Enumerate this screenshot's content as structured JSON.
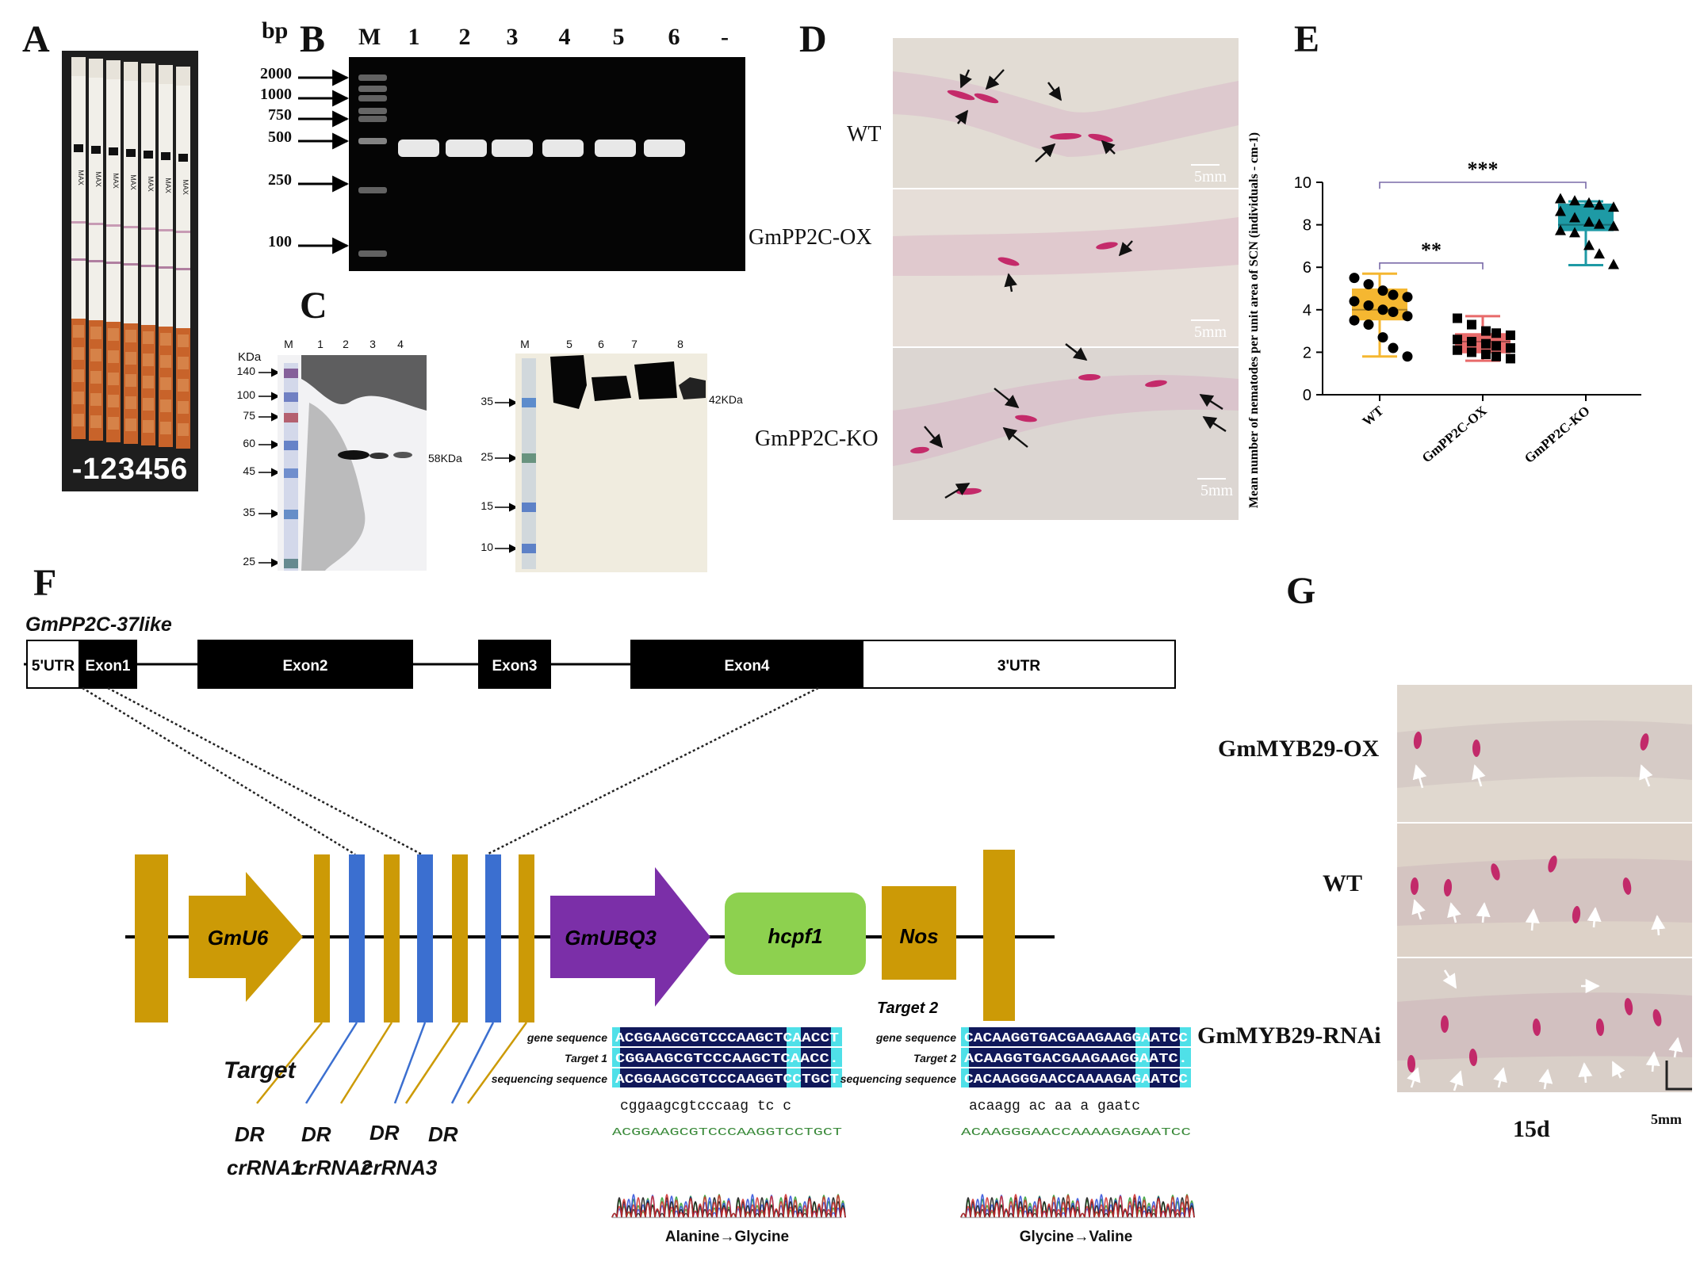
{
  "panels": {
    "a": "A",
    "b": "B",
    "c": "C",
    "d": "D",
    "e": "E",
    "f": "F",
    "g": "G"
  },
  "panel_a": {
    "strip_label": "MAX",
    "lane_label": "-123456"
  },
  "panel_b": {
    "bp_label": "bp",
    "lanes": [
      "M",
      "1",
      "2",
      "3",
      "4",
      "5",
      "6",
      "-"
    ],
    "markers": [
      "2000",
      "1000",
      "750",
      "500",
      "250",
      "100"
    ]
  },
  "panel_c": {
    "kda_label": "KDa",
    "left_lanes": [
      "M",
      "1",
      "2",
      "3",
      "4"
    ],
    "left_markers": [
      "140",
      "100",
      "75",
      "60",
      "45",
      "35",
      "25"
    ],
    "left_band": "58KDa",
    "right_lanes": [
      "M",
      "5",
      "6",
      "7",
      "8"
    ],
    "right_markers": [
      "35",
      "25",
      "15",
      "10"
    ],
    "right_band": "42KDa"
  },
  "panel_d": {
    "rows": [
      "WT",
      "GmPP2C-OX",
      "GmPP2C-KO"
    ],
    "scale": "5mm"
  },
  "panel_g": {
    "rows": [
      "GmMYB29-OX",
      "WT",
      "GmMYB29-RNAi"
    ],
    "time": "15d",
    "scale": "5mm"
  },
  "panel_f": {
    "gene_name": "GmPP2C-37like",
    "segments": [
      "5'UTR",
      "Exon1",
      "Exon2",
      "Exon3",
      "Exon4",
      "3'UTR"
    ],
    "construct": {
      "promoter": "GmU6",
      "ubq": "GmUBQ3",
      "cas": "hcpf1",
      "nos": "Nos",
      "target2_label": "Target 2"
    },
    "target_label": "Target",
    "dr": [
      "DR",
      "DR",
      "DR",
      "DR"
    ],
    "crrna": [
      "crRNA1",
      "crRNA2",
      "crRNA3"
    ],
    "align1": {
      "row_labels": [
        "gene sequence",
        "Target 1",
        "sequencing sequence"
      ],
      "rows": [
        "ACGGAAGCGTCCCAAGCTCAACCT",
        "CGGAAGCGTCCCAAGCTCAACC.",
        "ACGGAAGCGTCCCAAGGTCCTGCT"
      ],
      "consensus": "cggaagcgtcccaag tc   c",
      "trace_seq": "ACGGAAGCGTCCCAAGGTCCTGCT",
      "caption": "Alanine→Glycine"
    },
    "align2": {
      "row_labels": [
        "gene sequence",
        "Target 2",
        "sequencing sequence"
      ],
      "rows": [
        "CACAAGGTGACGAAGAAGGAATCC",
        "ACAAGGTGACGAAGAAGGAATC.",
        "CACAAGGGAACCAAAAGAGAATCC"
      ],
      "consensus": "acaagg  ac aa a  gaatc",
      "trace_seq": "ACAAGGGAACCAAAAGAGAATCC",
      "caption": "Glycine→Valine"
    }
  },
  "chart_data": {
    "type": "box",
    "ylabel": "Mean number of nematodes per unit area of SCN (individuals - cm-1)",
    "ylim": [
      0,
      10
    ],
    "yticks": [
      0,
      2,
      4,
      6,
      8,
      10
    ],
    "categories": [
      "WT",
      "GmPP2C-OX",
      "GmPP2C-KO"
    ],
    "colors": [
      "#F5B731",
      "#E86A6A",
      "#1E9AA5"
    ],
    "markers": [
      "circle",
      "square",
      "triangle"
    ],
    "boxes": [
      {
        "min": 1.8,
        "q1": 3.5,
        "median": 4.0,
        "q3": 5.0,
        "max": 5.7
      },
      {
        "min": 1.6,
        "q1": 1.95,
        "median": 2.5,
        "q3": 2.9,
        "max": 3.7
      },
      {
        "min": 6.1,
        "q1": 7.7,
        "median": 8.0,
        "q3": 9.0,
        "max": 9.1
      }
    ],
    "points": [
      [
        5.5,
        5.2,
        4.9,
        4.7,
        4.6,
        4.4,
        4.2,
        4.0,
        3.9,
        3.7,
        3.5,
        3.3,
        2.7,
        2.2,
        1.8
      ],
      [
        3.6,
        3.3,
        3.0,
        2.9,
        2.8,
        2.6,
        2.5,
        2.4,
        2.3,
        2.2,
        2.1,
        2.0,
        1.9,
        1.8,
        1.7
      ],
      [
        9.2,
        9.1,
        9.0,
        8.9,
        8.8,
        8.6,
        8.3,
        8.1,
        8.0,
        7.9,
        7.7,
        7.6,
        7.0,
        6.6,
        6.1
      ]
    ],
    "significance": [
      {
        "from": "WT",
        "to": "GmPP2C-OX",
        "label": "**"
      },
      {
        "from": "WT",
        "to": "GmPP2C-KO",
        "label": "***"
      }
    ]
  },
  "colors": {
    "gel_bg": "#050505",
    "construct_gold": "#CC9A06",
    "construct_blue": "#3B6FD0",
    "ubq_purple": "#7B2FA8",
    "hcpf1_green": "#8DD14F"
  }
}
